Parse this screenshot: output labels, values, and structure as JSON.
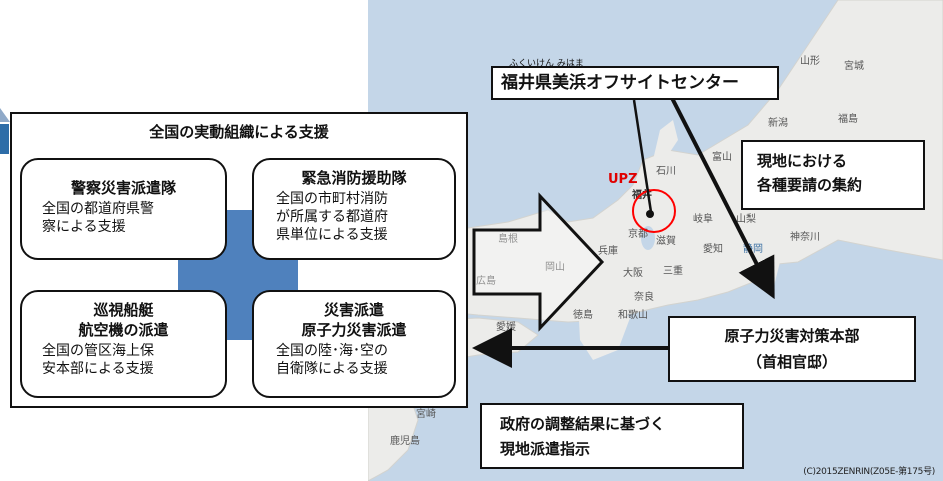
{
  "map": {
    "places": [
      {
        "id": "yamagata",
        "label": "山形"
      },
      {
        "id": "miyagi",
        "label": "宮城"
      },
      {
        "id": "niigata",
        "label": "新潟"
      },
      {
        "id": "fukushima",
        "label": "福島"
      },
      {
        "id": "toyama",
        "label": "富山"
      },
      {
        "id": "ishikawa",
        "label": "石川"
      },
      {
        "id": "fukui",
        "label": "福井"
      },
      {
        "id": "gifu",
        "label": "岐阜"
      },
      {
        "id": "yamanashi",
        "label": "山梨"
      },
      {
        "id": "kanagawa",
        "label": "神奈川"
      },
      {
        "id": "shizuoka",
        "label": "静岡"
      },
      {
        "id": "aichi",
        "label": "愛知"
      },
      {
        "id": "shiga",
        "label": "滋賀"
      },
      {
        "id": "kyoto",
        "label": "京都"
      },
      {
        "id": "hyogo",
        "label": "兵庫"
      },
      {
        "id": "osaka",
        "label": "大阪"
      },
      {
        "id": "mie",
        "label": "三重"
      },
      {
        "id": "nara",
        "label": "奈良"
      },
      {
        "id": "wakayama",
        "label": "和歌山"
      },
      {
        "id": "tokushima",
        "label": "徳島"
      },
      {
        "id": "okayama",
        "label": "岡山"
      },
      {
        "id": "hiroshima",
        "label": "広島"
      },
      {
        "id": "shimane",
        "label": "島根"
      },
      {
        "id": "ehime",
        "label": "愛媛"
      },
      {
        "id": "kagoshima",
        "label": "鹿児島"
      },
      {
        "id": "miyazaki",
        "label": "宮崎"
      }
    ],
    "upz_label": "UPZ",
    "copyright": "(C)2015ZENRIN(Z05E-第175号)"
  },
  "offsite_center": {
    "furigana": "ふくいけん みはま",
    "title": "福井県美浜オフサイトセンター"
  },
  "local_requests": {
    "line1": "現地における",
    "line2": "各種要請の集約"
  },
  "hq": {
    "line1": "原子力災害対策本部",
    "line2": "（首相官邸）"
  },
  "gov_instruction": {
    "line1": "政府の調整結果に基づく",
    "line2": "現地派遣指示"
  },
  "support": {
    "title": "全国の実動組織による支援",
    "cards": [
      {
        "title_lines": [
          "警察災害派遣隊"
        ],
        "desc_lines": [
          "全国の都道府県警",
          "察による支援"
        ]
      },
      {
        "title_lines": [
          "緊急消防援助隊"
        ],
        "desc_lines": [
          "全国の市町村消防",
          "が所属する都道府",
          "県単位による支援"
        ]
      },
      {
        "title_lines": [
          "巡視船艇",
          "航空機の派遣"
        ],
        "desc_lines": [
          "全国の管区海上保",
          "安本部による支援"
        ]
      },
      {
        "title_lines": [
          "災害派遣",
          "原子力災害派遣"
        ],
        "desc_lines": [
          "全国の陸･海･空の",
          "自衛隊による支援"
        ]
      }
    ]
  },
  "colors": {
    "map_sea": "#c4d6e8",
    "land": "#ececea",
    "cross": "#4f81bd",
    "upz_red": "#ff0000",
    "border": "#111111"
  }
}
